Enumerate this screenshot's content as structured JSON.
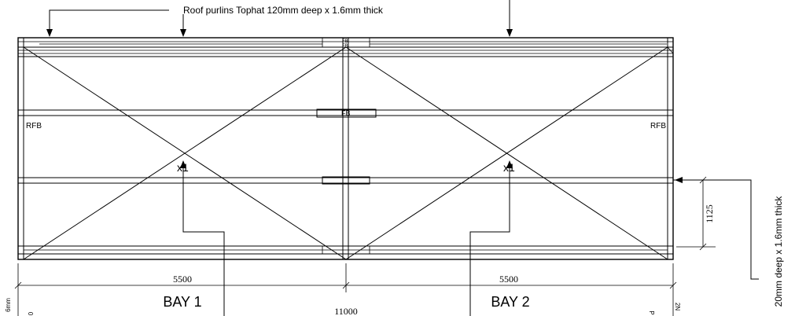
{
  "callouts": {
    "roof_purlins": "Roof purlins Tophat 120mm deep x 1.6mm  thick",
    "wall_purlins_cut": "20mm deep x 1.6mm  thick"
  },
  "labels": {
    "rfb_left": "RFB",
    "rfb_right": "RFB",
    "fb_top": "FB",
    "fb_mid": "FB",
    "brace_left": "x1",
    "brace_right": "x1"
  },
  "bays": {
    "bay1": "BAY 1",
    "bay2": "BAY 2"
  },
  "dimensions": {
    "bay1_span": "5500",
    "bay2_span": "5500",
    "total_span": "11000",
    "girt_spacing": "1125"
  },
  "edge_fragments": {
    "left_a": "6mm",
    "left_b": "0",
    "right_a": "2N",
    "right_b": "P"
  }
}
